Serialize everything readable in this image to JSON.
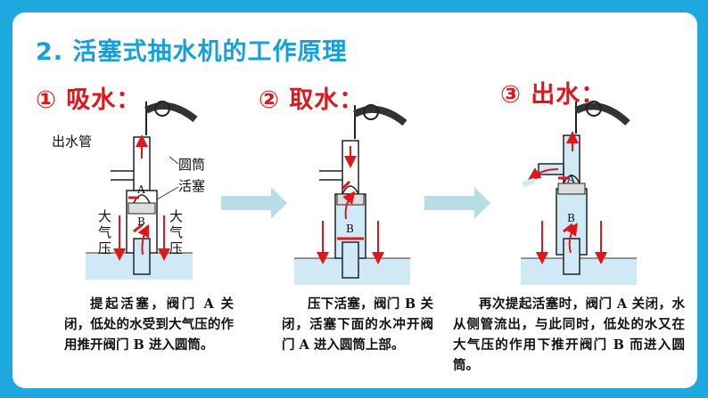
{
  "title": "2. 活塞式抽水机的工作原理",
  "steps": [
    {
      "heading": "① 吸水：",
      "description": "提起活塞，阀门 A 关闭，低处的水受到大气压的作用推开阀门 B 进入圆筒。"
    },
    {
      "heading": "② 取水：",
      "description": "压下活塞，阀门 B 关闭，活塞下面的水冲开阀门 A 进入圆筒上部。"
    },
    {
      "heading": "③ 出水：",
      "description": "再次提起活塞时，阀门 A 关闭，水从侧管流出，与此同时，低处的水又在大气压的作用下推开阀门 B 而进入圆筒。"
    }
  ],
  "labels": {
    "outlet_pipe": "出水管",
    "cylinder": "圆筒",
    "piston": "活塞",
    "atm_left": "大气压",
    "atm_right": "大气压",
    "valve_a": "A",
    "valve_b": "B"
  },
  "colors": {
    "frame": "#1ea8e0",
    "title": "#14a0dc",
    "heading": "#e0161b",
    "arrow_gray": "#b9dde6",
    "water": "#cfe9f6"
  }
}
